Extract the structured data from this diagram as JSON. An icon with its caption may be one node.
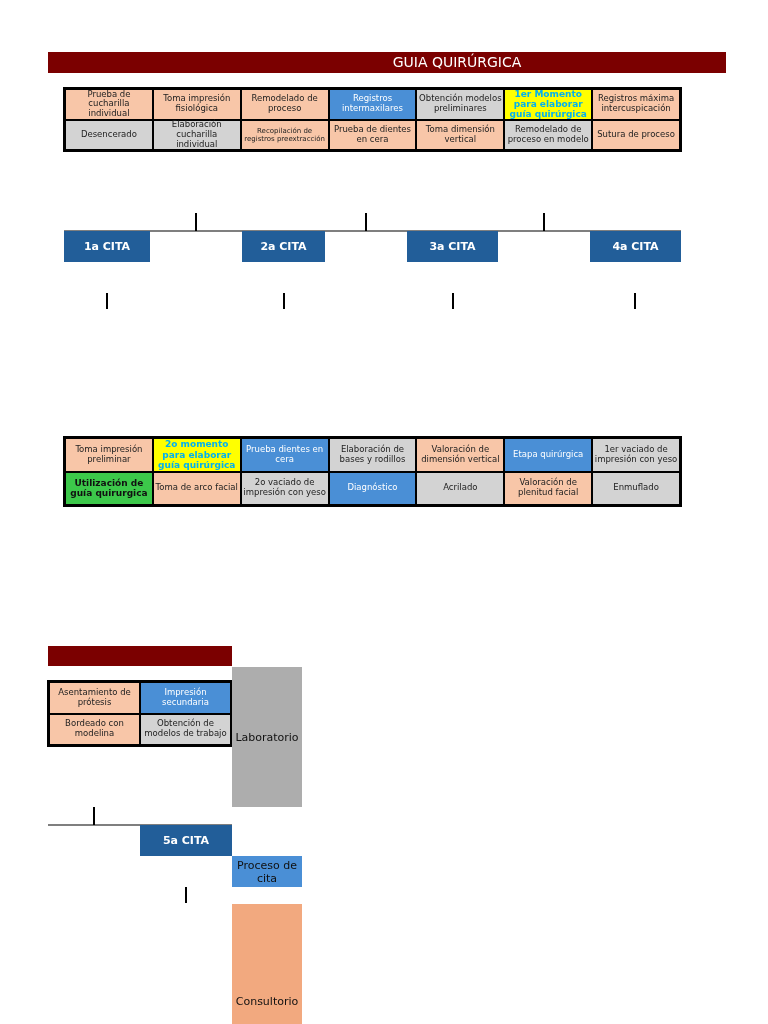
{
  "diagram": {
    "title": "GUIA QUIRÚRGICA",
    "nodes": [
      {
        "text": [
          "1a CITA"
        ]
      },
      {
        "text": [
          "2a CITA"
        ]
      },
      {
        "text": [
          "3a CITA"
        ]
      },
      {
        "text": [
          "4a CITA"
        ]
      },
      {
        "text": [
          "5a CITA"
        ]
      }
    ],
    "edges": [],
    "labels": [
      "Prueba de cucharilla individual",
      "Toma impresión fisiológica",
      "Remodelado de proceso",
      "Registros intermaxilares",
      "Obtención modelos preliminares",
      "1er Momento para elaborar guía quirúrgica",
      "Registros máxima intercuspicación",
      "Desencerado",
      "Elaboración cucharilla individual",
      "Recopilación de registros preextracción",
      "Prueba de dientes en cera",
      "Toma dimensión vertical",
      "Remodelado de proceso en modelo",
      "Sutura de proceso",
      "Toma impresión preliminar",
      "2o momento para elaborar guía quirúrgica",
      "Prueba dientes en cera",
      "Elaboración de bases y rodillos",
      "Valoración de dimensión vertical",
      "Etapa quirúrgica",
      "1er vaciado de impresión con  yeso",
      "Utilización de guía quirurgica",
      "Toma de arco facial",
      "2o vaciado de impresión con yeso",
      "Diagnóstico",
      "Acrilado",
      "Valoración de plenitud facial",
      "Enmuflado",
      "Asentamiento de prótesis",
      "Impresión secundaria",
      "Bordeado con modelina",
      "Obtención de modelos de trabajo"
    ],
    "legend": [
      {
        "text": "Laboratorio",
        "color": "#adadad"
      },
      {
        "text": "Proceso de cita",
        "color": "#4a8fd6"
      },
      {
        "text": "Consultorio",
        "color": "#f2a97f"
      }
    ]
  }
}
